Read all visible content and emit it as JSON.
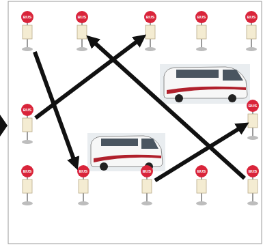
{
  "diagram": {
    "nodes": [
      {
        "text": [
          "BUS"
        ]
      },
      {
        "text": [
          "BUS"
        ]
      },
      {
        "text": [
          "BUS"
        ]
      },
      {
        "text": [
          "BUS"
        ]
      },
      {
        "text": [
          "BUS"
        ]
      },
      {
        "text": [
          "BUS"
        ]
      },
      {
        "text": [
          "BUS"
        ]
      },
      {
        "text": [
          "BUS"
        ]
      },
      {
        "text": [
          "BUS"
        ]
      },
      {
        "text": [
          "BUS"
        ]
      },
      {
        "text": [
          "BUS"
        ]
      },
      {
        "text": [
          "BUS"
        ]
      }
    ],
    "edges": [
      {
        "from": 0,
        "to": 8,
        "arrow": "to"
      },
      {
        "from": 5,
        "to": 2,
        "arrow": "to"
      },
      {
        "from": 11,
        "to": 1,
        "arrow": "to"
      },
      {
        "from": 9,
        "to": 6,
        "arrow": "to"
      }
    ]
  }
}
